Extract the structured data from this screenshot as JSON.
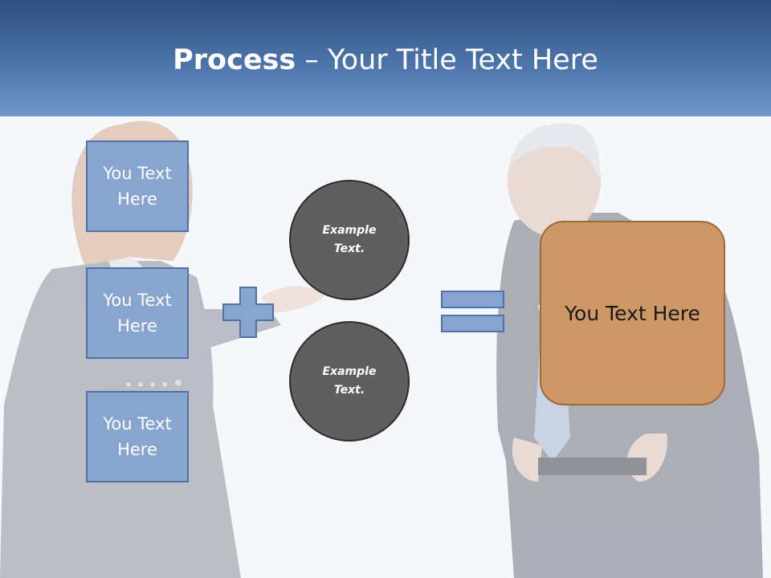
{
  "header": {
    "title_bold": "Process",
    "title_rest": " – Your Title Text Here"
  },
  "left_boxes": [
    {
      "label": "You Text Here"
    },
    {
      "label": "You Text Here"
    },
    {
      "label": "You Text Here"
    }
  ],
  "circles": [
    {
      "label": "Example Text."
    },
    {
      "label": "Example Text."
    }
  ],
  "result_box": {
    "label": "You Text Here"
  },
  "colors": {
    "header_top": "#2e4f7f",
    "header_bottom": "#6f97cc",
    "box_fill": "#87a5cf",
    "box_border": "#4f73a7",
    "circle_fill": "#5f5f5f",
    "result_fill": "#cd9766",
    "result_border": "#9c6a3a"
  },
  "icons": {
    "plus": "plus-icon",
    "equals": "equals-icon"
  }
}
